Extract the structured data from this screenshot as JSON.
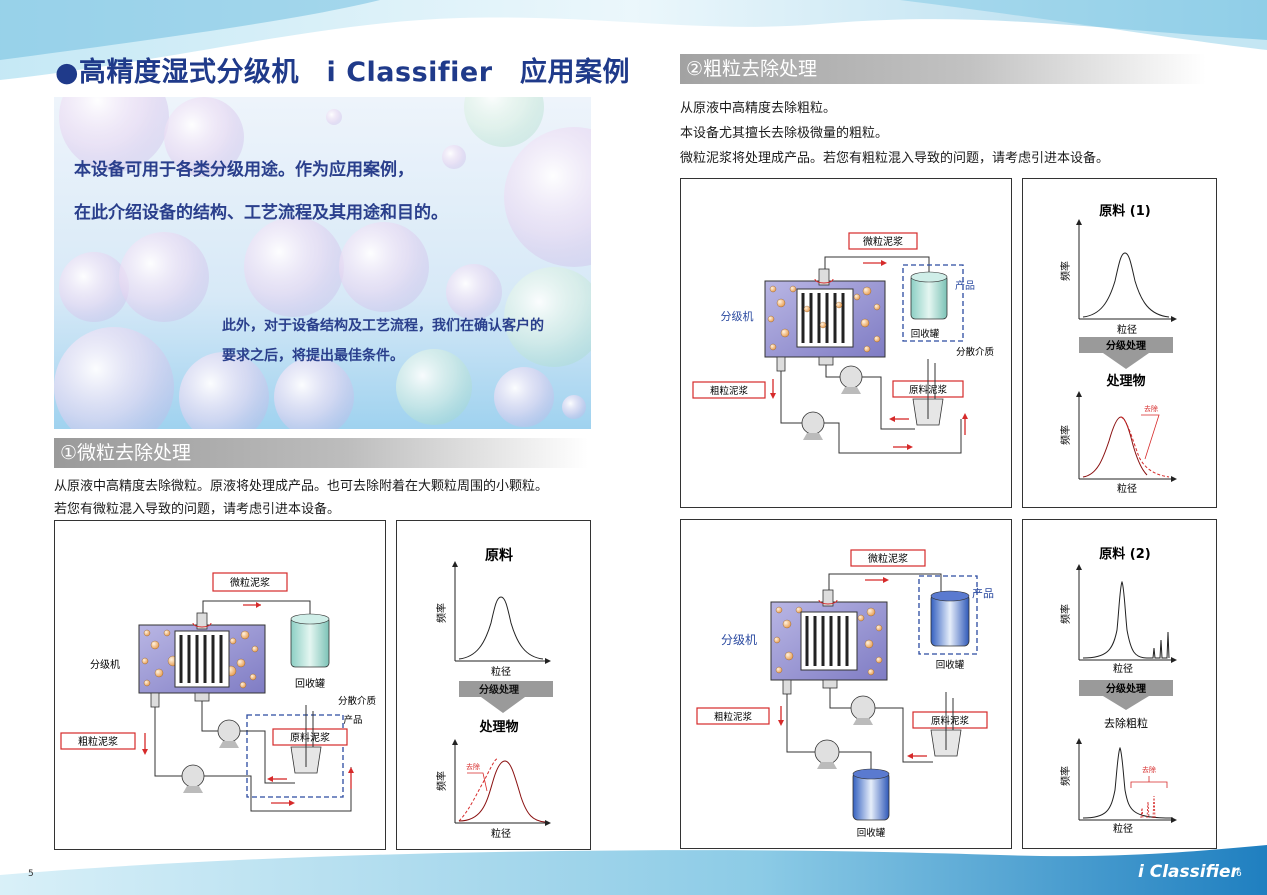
{
  "title": "●高精度湿式分级机　i Classifier　应用案例",
  "hero": {
    "line1": "本设备可用于各类分级用途。作为应用案例，",
    "line2": "在此介绍设备的结构、工艺流程及其用途和目的。",
    "line3": "此外，对于设备结构及工艺流程，我们在确认客户的",
    "line4": "要求之后，将提出最佳条件。"
  },
  "section1": {
    "heading": "①微粒去除处理",
    "desc1": "从原液中高精度去除微粒。原液将处理成产品。也可去除附着在大颗粒周围的小颗粒。",
    "desc2": "若您有微粒混入导致的问题，请考虑引进本设备。",
    "diagram": {
      "fine_slurry": "微粒泥浆",
      "classifier": "分级机",
      "recovery_tank": "回收罐",
      "dispersion_medium": "分散介质",
      "product": "产品",
      "raw_slurry": "原料泥浆",
      "coarse_slurry": "粗粒泥浆"
    },
    "chart": {
      "raw_title": "原料",
      "ylabel": "频率",
      "xlabel": "粒径",
      "process": "分级处理",
      "processed_title": "处理物",
      "removed": "去除"
    }
  },
  "section2": {
    "heading": "②粗粒去除处理",
    "desc1": "从原液中高精度去除粗粒。",
    "desc2": "本设备尤其擅长去除极微量的粗粒。",
    "desc3": "微粒泥浆将处理成产品。若您有粗粒混入导致的问题，请考虑引进本设备。",
    "diagramA": {
      "fine_slurry": "微粒泥浆",
      "classifier": "分级机",
      "product": "产品",
      "recovery_tank": "回收罐",
      "dispersion_medium": "分散介质",
      "raw_slurry": "原料泥浆",
      "coarse_slurry": "粗粒泥浆"
    },
    "chartA": {
      "raw_title": "原料 (1)",
      "ylabel": "频率",
      "xlabel": "粒径",
      "process": "分级处理",
      "processed_title": "处理物",
      "removed": "去除"
    },
    "diagramB": {
      "fine_slurry": "微粒泥浆",
      "classifier": "分级机",
      "product": "产品",
      "recovery_tank": "回收罐",
      "raw_slurry": "原料泥浆",
      "coarse_slurry": "粗粒泥浆",
      "recovery_tank_bottom": "回收罐"
    },
    "chartB": {
      "raw_title": "原料 (2)",
      "ylabel": "频率",
      "xlabel": "粒径",
      "process": "分级处理",
      "processed_title": "去除粗粒",
      "removed": "去除"
    }
  },
  "footer": {
    "page_left": "5",
    "page_right": "6",
    "brand": "i Classifier"
  },
  "colors": {
    "title_blue": "#1f3a8a",
    "accent_red": "#d62a2a",
    "frame_blue": "#2b4aa0"
  }
}
